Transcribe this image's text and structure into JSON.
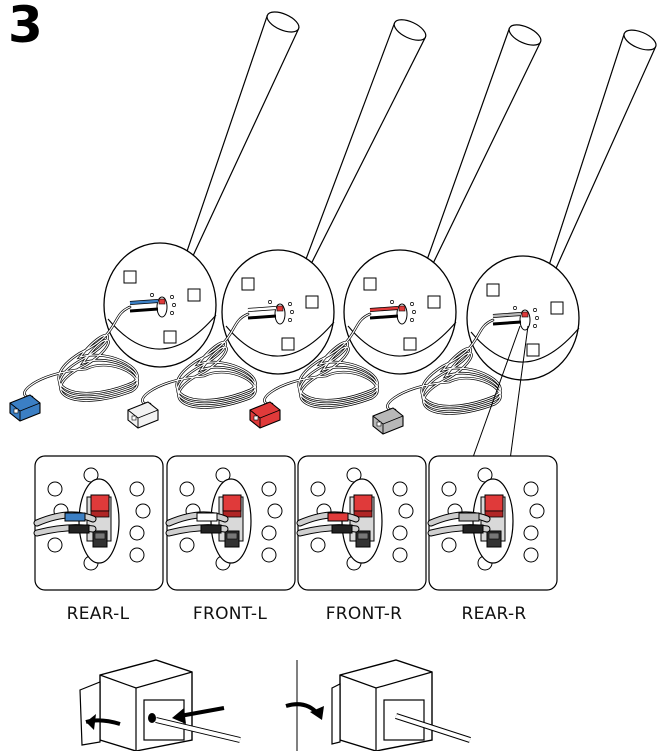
{
  "step": {
    "number": "3"
  },
  "speakers": [
    {
      "label": "REAR-L",
      "cable_color": "#3b7fc4"
    },
    {
      "label": "FRONT-L",
      "cable_color": "#f2f2f2"
    },
    {
      "label": "FRONT-R",
      "cable_color": "#e03a3a"
    },
    {
      "label": "REAR-R",
      "cable_color": "#b8b8b8"
    }
  ],
  "colors": {
    "terminal_red": "#e03a3a",
    "line": "#000000"
  }
}
